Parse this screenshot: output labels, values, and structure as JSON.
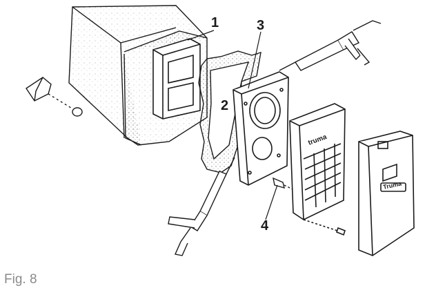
{
  "figure": {
    "caption": "Fig. 8",
    "callouts": [
      {
        "id": "1",
        "label": "1"
      },
      {
        "id": "2",
        "label": "2"
      },
      {
        "id": "3",
        "label": "3"
      },
      {
        "id": "4",
        "label": "4"
      }
    ],
    "brand_on_grille": "truma",
    "brand_on_cover": "Truma",
    "ink_color": "#1a1a1a",
    "caption_color": "#8a8a8a"
  }
}
